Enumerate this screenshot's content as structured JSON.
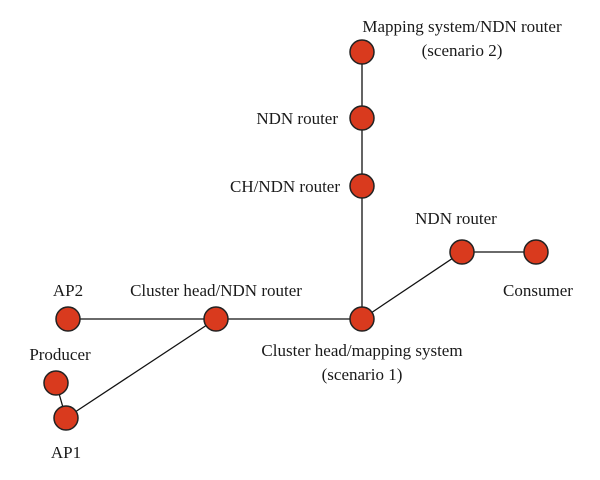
{
  "colors": {
    "node_fill": "#d93a1e",
    "node_stroke": "#222222",
    "edge": "#111111",
    "text": "#1a1a1a"
  },
  "nodes": {
    "mapping_system_top": {
      "label_line1": "Mapping system/NDN router",
      "label_line2": "(scenario 2)"
    },
    "ndn_router_upper": {
      "label": "NDN router"
    },
    "ch_ndn_router": {
      "label": "CH/NDN router"
    },
    "ndn_router_right": {
      "label": "NDN router"
    },
    "consumer": {
      "label": "Consumer"
    },
    "ap2": {
      "label": "AP2"
    },
    "cluster_head_ndn_router": {
      "label": "Cluster head/NDN router"
    },
    "cluster_head_mapping_system": {
      "label_line1": "Cluster head/mapping system",
      "label_line2": "(scenario 1)"
    },
    "producer": {
      "label": "Producer"
    },
    "ap1": {
      "label": "AP1"
    }
  },
  "edges": [
    [
      "mapping_system_top",
      "ndn_router_upper"
    ],
    [
      "ndn_router_upper",
      "ch_ndn_router"
    ],
    [
      "ch_ndn_router",
      "cluster_head_mapping_system"
    ],
    [
      "cluster_head_mapping_system",
      "ndn_router_right"
    ],
    [
      "ndn_router_right",
      "consumer"
    ],
    [
      "cluster_head_mapping_system",
      "cluster_head_ndn_router"
    ],
    [
      "cluster_head_ndn_router",
      "ap2"
    ],
    [
      "cluster_head_ndn_router",
      "ap1"
    ],
    [
      "ap1",
      "producer"
    ]
  ]
}
